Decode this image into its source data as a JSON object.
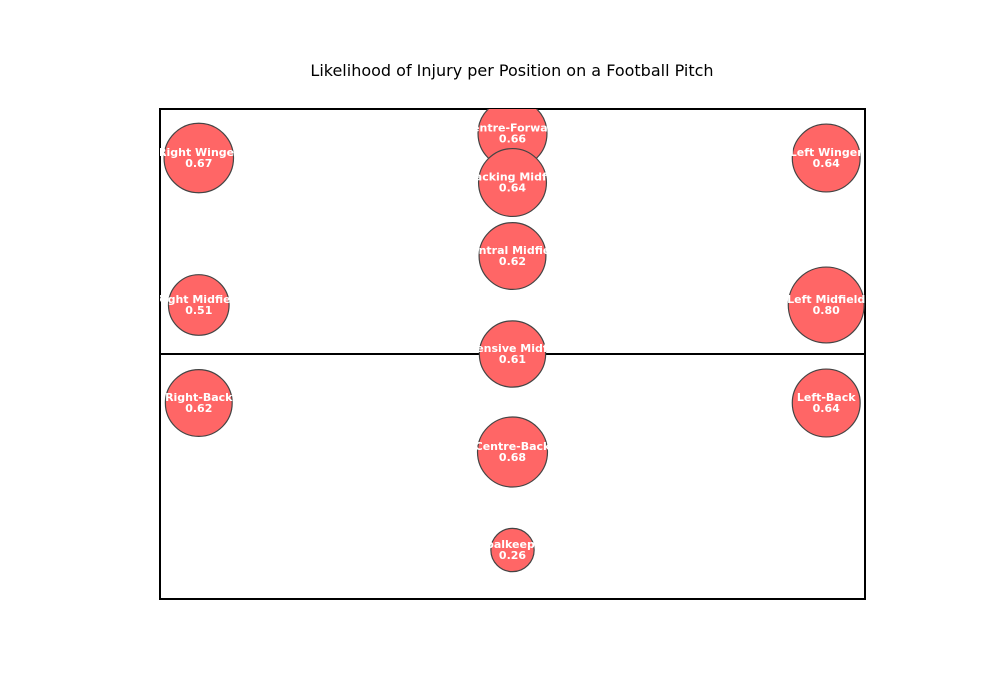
{
  "chart_data": {
    "type": "scatter",
    "title": "Likelihood of Injury per Position on a Football Pitch",
    "xlabel": "",
    "ylabel": "",
    "xlim": [
      0,
      100
    ],
    "ylim": [
      0,
      100
    ],
    "grid": false,
    "marker_color": "#ff6666",
    "marker_edge_color": "#444444",
    "points": [
      {
        "label": "Centre-Forward",
        "value": 0.66,
        "x": 50,
        "y": 95
      },
      {
        "label": "Right Winger",
        "value": 0.67,
        "x": 5.5,
        "y": 90
      },
      {
        "label": "Left Winger",
        "value": 0.64,
        "x": 94.5,
        "y": 90
      },
      {
        "label": "Attacking Midfield",
        "value": 0.64,
        "x": 50,
        "y": 85
      },
      {
        "label": "Central Midfield",
        "value": 0.62,
        "x": 50,
        "y": 70
      },
      {
        "label": "Right Midfield",
        "value": 0.51,
        "x": 5.5,
        "y": 60
      },
      {
        "label": "Left Midfield",
        "value": 0.8,
        "x": 94.5,
        "y": 60
      },
      {
        "label": "Defensive Midfield",
        "value": 0.61,
        "x": 50,
        "y": 50
      },
      {
        "label": "Right-Back",
        "value": 0.62,
        "x": 5.5,
        "y": 40
      },
      {
        "label": "Left-Back",
        "value": 0.64,
        "x": 94.5,
        "y": 40
      },
      {
        "label": "Centre-Back",
        "value": 0.68,
        "x": 50,
        "y": 30
      },
      {
        "label": "Goalkeeper",
        "value": 0.26,
        "x": 50,
        "y": 10
      }
    ]
  }
}
